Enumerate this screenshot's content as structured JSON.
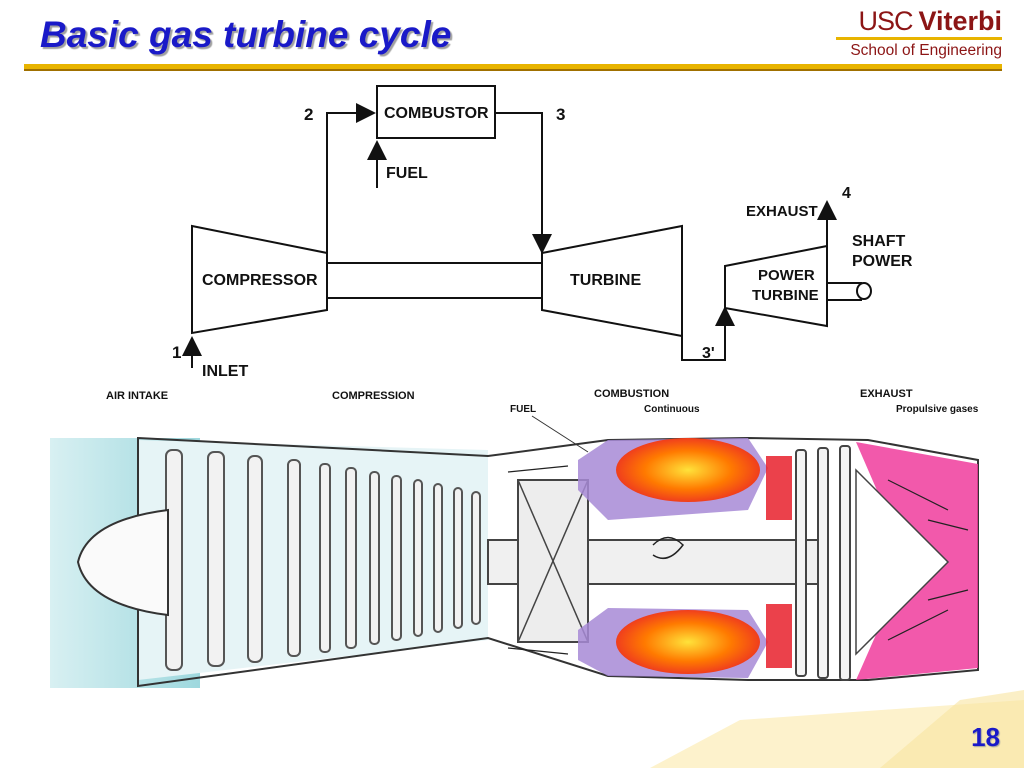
{
  "slide": {
    "title": "Basic gas turbine cycle",
    "page_number": "18"
  },
  "logo": {
    "usc": "USC",
    "viterbi": "Viterbi",
    "school": "School of Engineering"
  },
  "cycle": {
    "combustor": "COMBUSTOR",
    "fuel": "FUEL",
    "compressor": "COMPRESSOR",
    "turbine": "TURBINE",
    "power_turbine_line1": "POWER",
    "power_turbine_line2": "TURBINE",
    "exhaust": "EXHAUST",
    "shaft_power_line1": "SHAFT",
    "shaft_power_line2": "POWER",
    "inlet": "INLET",
    "station_1": "1",
    "station_2": "2",
    "station_3": "3",
    "station_3p": "3'",
    "station_4": "4"
  },
  "engine": {
    "air_intake": "AIR INTAKE",
    "compression": "COMPRESSION",
    "combustion": "COMBUSTION",
    "combustion_sub": "Continuous",
    "fuel": "FUEL",
    "exhaust": "EXHAUST",
    "exhaust_sub": "Propulsive gases"
  },
  "colors": {
    "title": "#1a1ac8",
    "rule": "#e8b400",
    "logo": "#8c1515",
    "intake_air": "#bfe6ea",
    "flame": "#ff7a00",
    "exhaust_gas": "#f03c9c"
  }
}
